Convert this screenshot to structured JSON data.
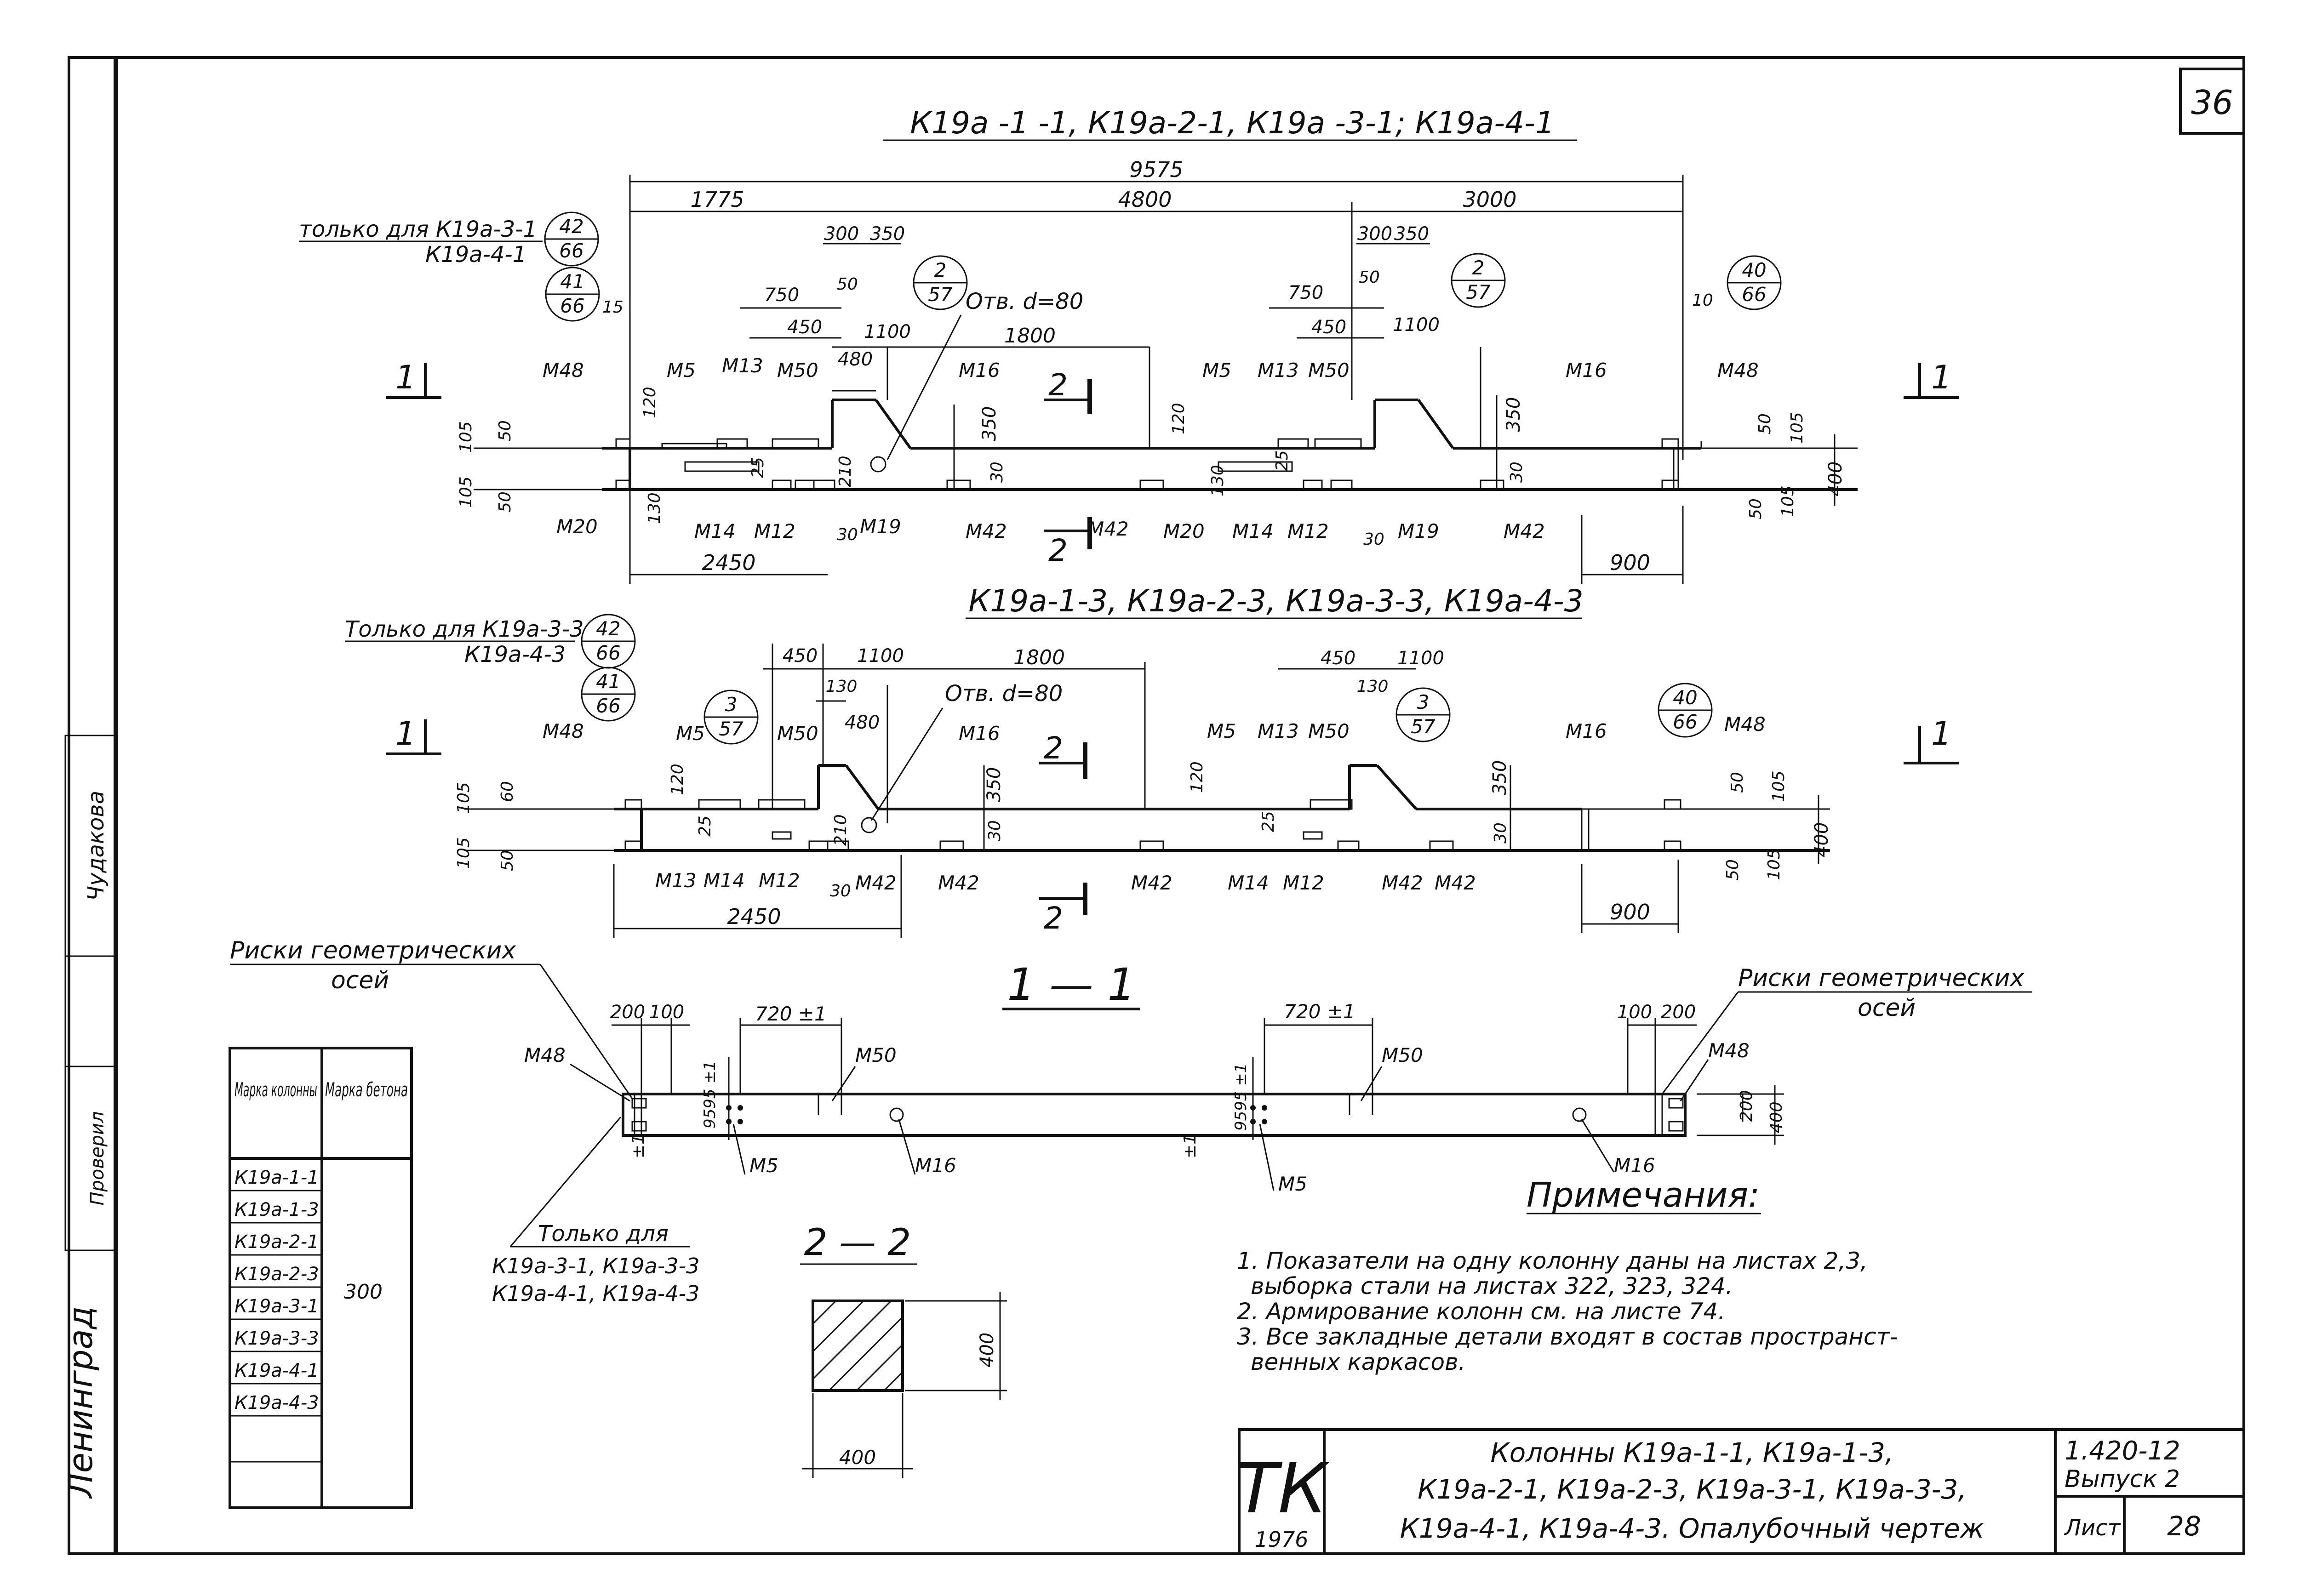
{
  "sheet_number": "36",
  "section_a": {
    "title": "К19а -1 -1, К19а-2-1, К19а -3-1; К19а-4-1",
    "note_a": "только для К19а-3-1",
    "note_b": "К19а-4-1",
    "callouts": [
      {
        "top": "42",
        "bottom": "66"
      },
      {
        "top": "41",
        "bottom": "66"
      },
      {
        "top": "2",
        "bottom": "57"
      },
      {
        "top": "2",
        "bottom": "57"
      },
      {
        "top": "40",
        "bottom": "66"
      }
    ],
    "dims": {
      "total": "9575",
      "left": "1775",
      "mid": "4800",
      "right": "3000",
      "d300a": "300",
      "d350a": "350",
      "d300b": "300",
      "d350b": "350",
      "d750a": "750",
      "d750b": "750",
      "d450a": "450",
      "d450b": "450",
      "d1100a": "1100",
      "d1100b": "1100",
      "d1800": "1800",
      "d480": "480",
      "d50a": "50",
      "d50b": "50",
      "d15": "15",
      "d10": "10",
      "d120a": "120",
      "d120b": "120",
      "d105a": "105",
      "d105b": "105",
      "d105c": "105",
      "d105d": "105",
      "d50c": "50",
      "d50d": "50",
      "d50e": "50",
      "d50f": "50",
      "d350c": "350",
      "d350d": "350",
      "d25a": "25",
      "d25b": "25",
      "d210": "210",
      "d130a": "130",
      "d130b": "130",
      "d30a": "30",
      "d30b": "30",
      "d30c": "30",
      "d30d": "30",
      "d400": "400",
      "d2450": "2450",
      "d900": "900"
    },
    "hole": "Отв. d=80",
    "marks": [
      "М48",
      "М5",
      "М13",
      "М50",
      "М16",
      "М5",
      "М13",
      "М50",
      "М16",
      "М48",
      "М20",
      "М14",
      "М12",
      "М19",
      "М42",
      "М42",
      "М20",
      "М14",
      "М12",
      "М19",
      "М42"
    ],
    "cut_1": "1",
    "cut_1b": "1",
    "cut_2": "2",
    "cut_2b": "2"
  },
  "section_b": {
    "title": "К19а-1-3, К19а-2-3, К19а-3-3, К19а-4-3",
    "note_a": "Только для К19а-3-3",
    "note_b": "К19а-4-3",
    "callouts": [
      {
        "top": "42",
        "bottom": "66"
      },
      {
        "top": "41",
        "bottom": "66"
      },
      {
        "top": "3",
        "bottom": "57"
      },
      {
        "top": "3",
        "bottom": "57"
      },
      {
        "top": "40",
        "bottom": "66"
      }
    ],
    "dims": {
      "d450a": "450",
      "d1100a": "1100",
      "d1800": "1800",
      "d450b": "450",
      "d1100b": "1100",
      "d130a": "130",
      "d130b": "130",
      "d480": "480",
      "d60": "60",
      "d105a": "105",
      "d105b": "105",
      "d105c": "105",
      "d105d": "105",
      "d50a": "50",
      "d50b": "50",
      "d50c": "50",
      "d120a": "120",
      "d120b": "120",
      "d25a": "25",
      "d25b": "25",
      "d210": "210",
      "d350a": "350",
      "d350b": "350",
      "d30a": "30",
      "d30b": "30",
      "d30c": "30",
      "d400": "400",
      "d2450": "2450",
      "d900": "900"
    },
    "hole": "Отв. d=80",
    "marks": [
      "М48",
      "М5",
      "М50",
      "М16",
      "М5",
      "М13",
      "М50",
      "М16",
      "М48",
      "М13",
      "М14",
      "М12",
      "М42",
      "М42",
      "М42",
      "М14",
      "М12",
      "М42",
      "М42"
    ],
    "cut_1": "1",
    "cut_1b": "1",
    "cut_2": "2",
    "cut_2b": "2"
  },
  "section_11": {
    "title": "1 — 1",
    "risk_left": [
      "Риски геометрических",
      "осей"
    ],
    "risk_right": [
      "Риски геометрических",
      "осей"
    ],
    "only_for": [
      "Только для",
      "К19а-3-1, К19а-3-3",
      "К19а-4-1, К19а-4-3"
    ],
    "dims": {
      "l200": "200",
      "l100": "100",
      "l720": "720 ±1",
      "r720": "720 ±1",
      "r100": "100",
      "r200": "200",
      "vl": "9595 ±1",
      "vr": "9595 ±1",
      "v200": "200",
      "v400": "400",
      "pm1": "±1",
      "pm2": "±1"
    },
    "marks": [
      "М48",
      "М50",
      "М5",
      "М16",
      "М50",
      "М48",
      "М5",
      "М16"
    ]
  },
  "section_22": {
    "title": "2 — 2",
    "dim_v": "400",
    "dim_h": "400"
  },
  "concrete_table": {
    "headers": [
      "Марка колонны",
      "Марка бетона"
    ],
    "rows": [
      "К19а-1-1",
      "К19а-1-3",
      "К19а-2-1",
      "К19а-2-3",
      "К19а-3-1",
      "К19а-3-3",
      "К19а-4-1",
      "К19а-4-3"
    ],
    "grade": "300"
  },
  "notes": {
    "title": "Примечания:",
    "items": [
      "1. Показатели на одну колонну даны на листах 2,3,",
      "выборка стали на листах 322, 323, 324.",
      "2. Армирование колонн см. на листе 74.",
      "3. Все закладные детали входят в состав пространст-",
      "венных каркасов."
    ]
  },
  "title_block": {
    "org": "ТК",
    "year": "1976",
    "line1": "Колонны К19а-1-1, К19а-1-3,",
    "line2": "К19а-2-1, К19а-2-3, К19а-3-1, К19а-3-3,",
    "line3": "К19а-4-1, К19а-4-3. Опалубочный чертеж",
    "series": "1.420-12",
    "issue": "Выпуск 2",
    "sheet_label": "Лист",
    "sheet": "28"
  },
  "side_stamp": {
    "city": "Ленинград",
    "checked": "Проверил",
    "name": "Чудакова"
  }
}
